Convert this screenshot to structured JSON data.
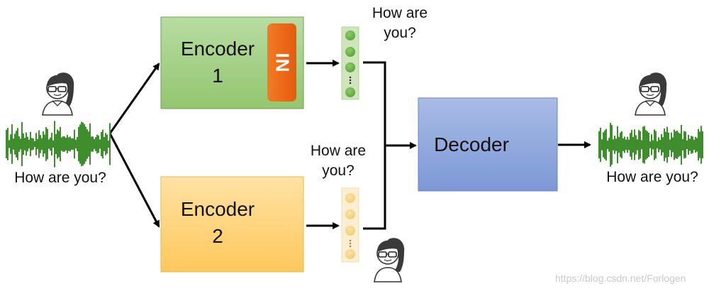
{
  "encoder1": {
    "label_line1": "Encoder",
    "label_line2": "1",
    "fill": "#a9d18e",
    "speaker_tag": "IN"
  },
  "encoder2": {
    "label_line1": "Encoder",
    "label_line2": "2",
    "fill": "#ffd580"
  },
  "decoder": {
    "label": "Decoder",
    "fill": "#8faadc"
  },
  "input": {
    "caption": "How are you?"
  },
  "output": {
    "caption": "How are you?"
  },
  "vector1": {
    "caption_line1": "How are",
    "caption_line2": "you?",
    "color": "#70ad47"
  },
  "vector2": {
    "caption_line1": "How are",
    "caption_line2": "you?",
    "color": "#f2d58a"
  },
  "colors": {
    "waveform": "#3e8e2e",
    "arrow": "#000000",
    "in_tag": "#ed6a1a"
  },
  "watermark": "https://blog.csdn.net/Forlogen"
}
